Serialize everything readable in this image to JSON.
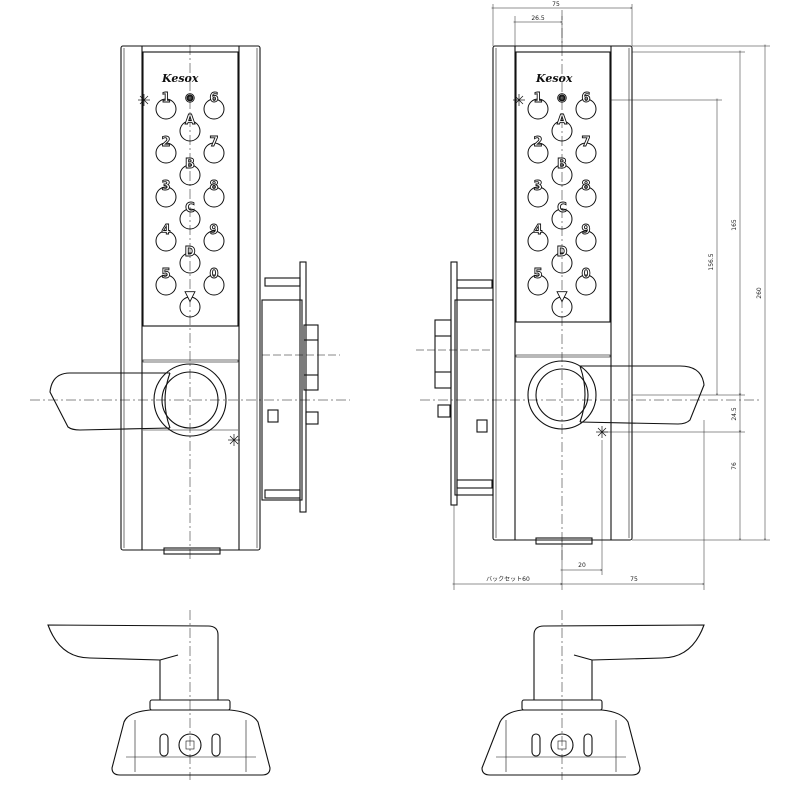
{
  "logo": "Kesox",
  "keypad": {
    "labels": [
      [
        "1",
        "⊚",
        "6"
      ],
      [
        "",
        "A",
        ""
      ],
      [
        "2",
        "",
        "7"
      ],
      [
        "",
        "B",
        ""
      ],
      [
        "3",
        "",
        "8"
      ],
      [
        "",
        "C",
        ""
      ],
      [
        "4",
        "",
        "9"
      ],
      [
        "",
        "D",
        ""
      ],
      [
        "5",
        "",
        "0"
      ],
      [
        "",
        "▼",
        ""
      ]
    ]
  },
  "dimensions": {
    "total_width": "75",
    "offset_26_5": "26.5",
    "height_165": "165",
    "height_156_5": "156.5",
    "height_260": "260",
    "height_24_5": "24.5",
    "height_76": "76",
    "width_20": "20",
    "bottom_75": "75"
  },
  "backset_label": "バックセット60"
}
